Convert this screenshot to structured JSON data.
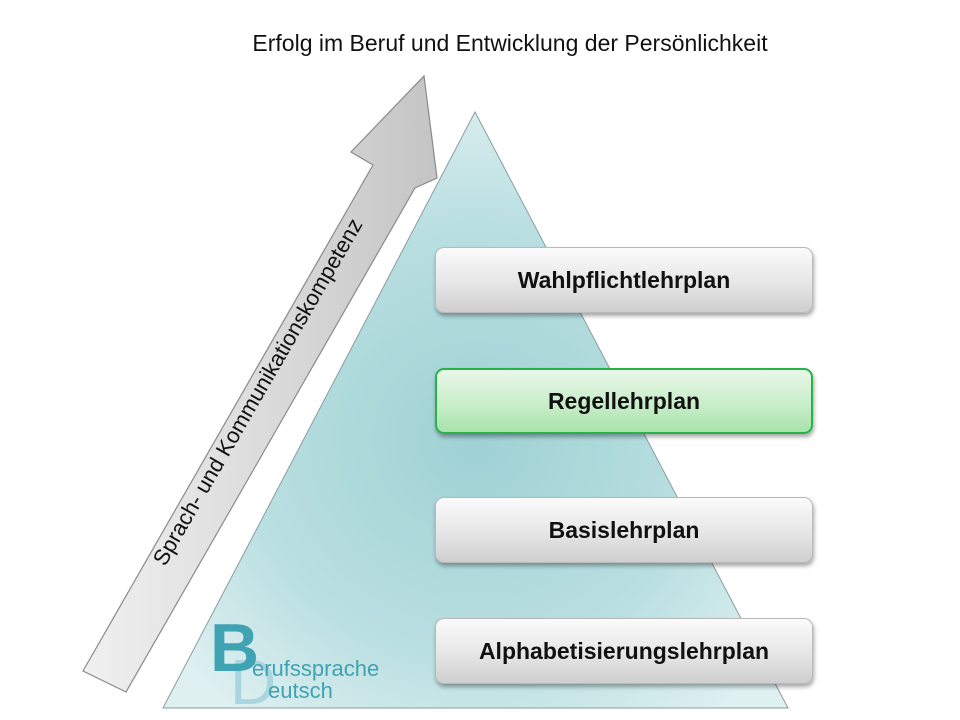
{
  "title": "Erfolg im Beruf und Entwicklung der Persönlichkeit",
  "arrow": {
    "label": "Sprach- und Kommunikationskompetenz",
    "color": "#d9d9d9"
  },
  "pyramid": {
    "color": "#a8d7da"
  },
  "levels": [
    {
      "label": "Wahlpflichtlehrplan",
      "highlighted": false
    },
    {
      "label": "Regellehrplan",
      "highlighted": true
    },
    {
      "label": "Basislehrplan",
      "highlighted": false
    },
    {
      "label": "Alphabetisierungslehrplan",
      "highlighted": false
    }
  ],
  "colors": {
    "highlight_border": "#27b24a",
    "logo_teal": "#3fa3b3",
    "logo_light": "#a9d6de"
  },
  "logo": {
    "letter_b": "B",
    "letter_d": "D",
    "line1": "erufssprache",
    "line2": "eutsch"
  }
}
